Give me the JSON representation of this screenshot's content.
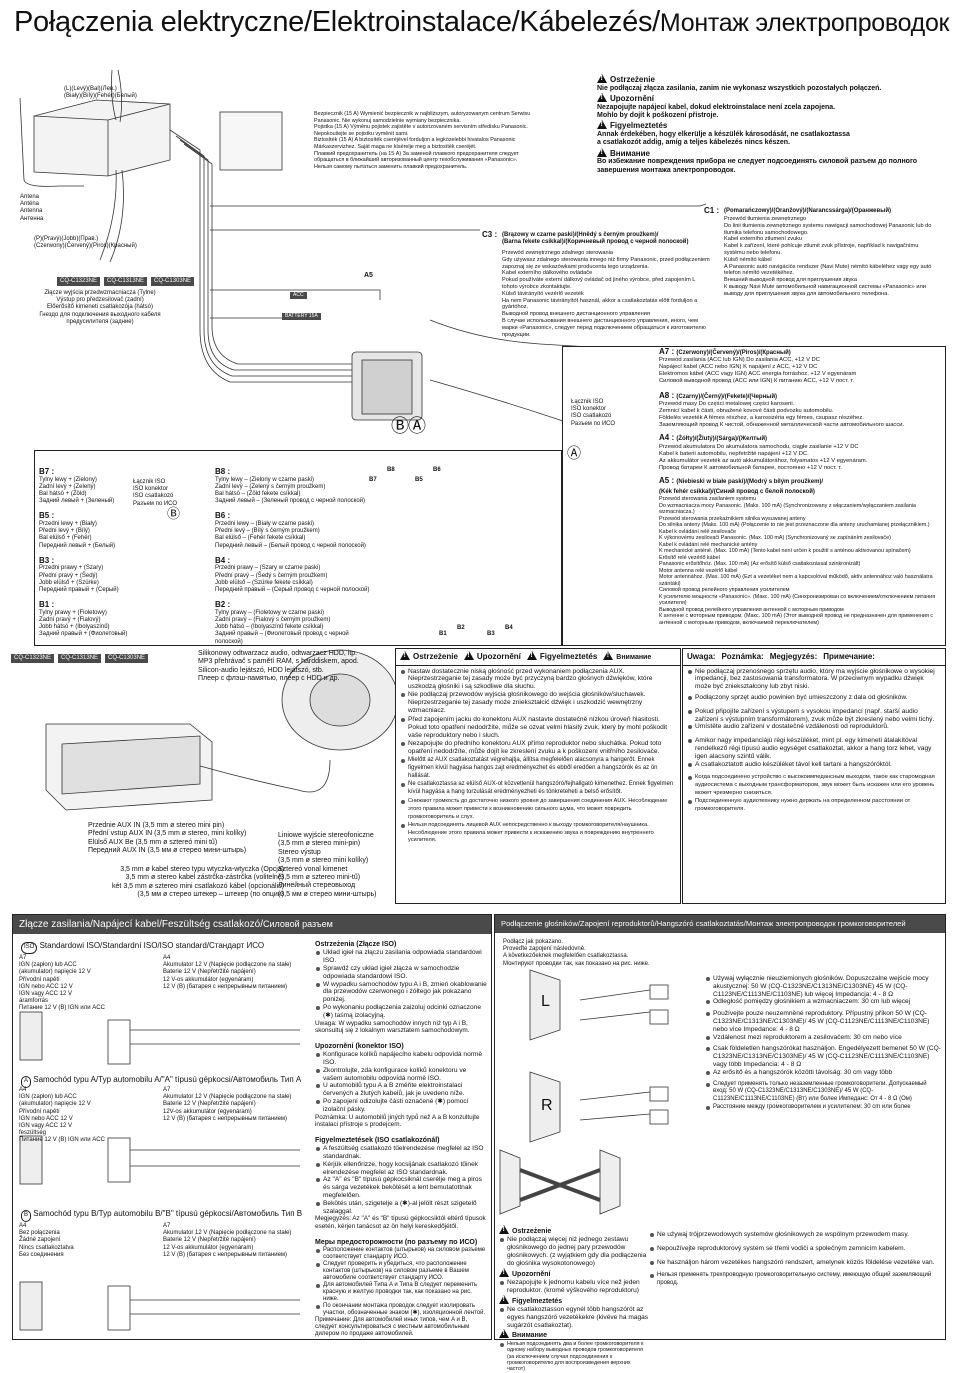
{
  "title": {
    "main": "Połączenia elektryczne/Elektroinstalace/Kábelezés/",
    "ru": "Монтаж электропроводок"
  },
  "antenna": {
    "top_labels": "(L)(Levý)(Bal)(Лев.)\n(Biały)(Bílý)(Fehér)(Белый)",
    "label": "Antena\nAnténa\nAntenna\nАнтенна",
    "rca_labels": "(P)(Pravý)(Jobb)(Прав.)\n(Czerwony)(Červený)(Piros)(Красный)",
    "models": [
      "CQ-C1323NE",
      "CQ-C1313NE",
      "CQ-C1303NE"
    ],
    "preout": "Złącze wyjścia przedwzmacniacza (Tylne)\nVýstup pro předzesilovač (zadní)\nElőerősítő kimeneti csatlakozója (hátsó)\nГнездо для подключения выходного кабеля предусилителя (задние)"
  },
  "fuse_note": {
    "text": "Bezpiecznik (15 A) Wymienić bezpiecznik w najbliższym, autoryzowanym centrum Serwisu Panasonic. Nie wykonuj samodzielnie wymiany bezpiecznika.\nPojistka (15 A) Výměnu pojistek zajistěte v autorizovaném servisním středisku Panasonic. Nepokoušejte se pojistku vyměnit sami.\nBiztosíték (15 A) A biztosíték cseréjével forduljon a legközelebbi hivatalos Panasonic Márkaszervizhez. Saját maga ne kísérelje meg a biztosíték cseréjét.\nПлавкий предохранитель (на 15 A) За заменой плавкого предохранителя следует обращаться в ближайший авторизованный центр техобслуживания «Panasonic». Нельзя самому пытаться заменить плавкий предохранитель."
  },
  "warning_top": {
    "pl_head": "Ostrzeżenie",
    "pl": "Nie podłączaj złącza zasilania, zanim nie wykonasz wszystkich pozostałych połączeń.",
    "cz_head": "Upozornění",
    "cz": "Nezapojujte napájecí kabel, dokud elektroinstalace není zcela zapojena.\nMohlo by dojít k poškození přístroje.",
    "hu_head": "Figyelmeztetés",
    "hu": "Annak érdekében, hogy elkerülje a készülék károsodását, ne csatlakoztassa\na csatlakozót addig, amíg a teljes kábelezés nincs készen.",
    "ru_head": "Внимание",
    "ru": "Во избежание повреждения прибора не следует подсоединять силовой разъем до полного\nзавершения монтажа электропроводок."
  },
  "c1": {
    "id": "C1 :",
    "color": "(Pomarańczowy)/(Oranžový)/(Narancssárga)/(Оранжевый)",
    "desc": "Przewód tłumienia zewnętrznego\nDo linii tłumienia zewnętrznego systemu nawigacji samochodowej Panasonic lub do tłumika telefonu samochodowego.\nKabel externího ztlumení zvuku\nKabel k zařízení, které pohlcuje ztlumit zvuk přístroje, například k navigačnímu systému nebo telefonu.\nKülső némító kábel\nA Panasonic autó navigációs rendszer (Navi Mute) némító kábeléhez vagy egy autó telefon némító vezetékéhez.\nВнешний выводной провод для приглушения звука\nК выводу Navi Mute автомобильной навигационной системы «Panasonic» или выводу для приглушения звука для автомобильного телефона."
  },
  "c3": {
    "id": "C3 :",
    "color": "(Brązowy w czarne paski)/(Hnědý s černým proužkem)/\n(Barna fekete csíkkal)/(Коричневый провод с черной полоской)",
    "desc": "Przewód zewnętrznego zdalnego sterowania\nGdy używasz zdalnego sterowania innego niż firmy Panasonic, przed podłączeniem zapoznaj się ze wskazówkami producenta tego urządzenia.\nKabel externího dálkového ovládače\nPokud používáte externí dálkový ovládač od jiného výrobce, před zapojením L tohoto výrobce zkontaktujte.\nKülső távirányító vezérlő vezeték\nHa nem Panasonic távirányítót használ, akkor a csatlakoztatás előtt forduljon a gyártóhoz.\nВыводной провод внешнего дистанционного управления\nВ случае использования внешнего дистанционного управления, иного, чем марки «Panasonic», следует перед подключением обращаться к изготовителю продукции."
  },
  "a5_short": "A5",
  "acc_tag": "ACC",
  "battery_tag": "BATTERY 15A",
  "iso_right": {
    "label": "Łącznik ISO\nISO konektor\nISO csatlakozó\nРазъем по ИСО",
    "pins": [
      {
        "id": "A7 :",
        "color": "(Czerwony)/(Červený)/(Piros)/(Красный)",
        "desc": "Przewód zasilania (ACC lub IGN) Do zasilania ACC, +12 V DC\nNapájecí kabel (ACC nebo IGN) K napájení z ACC, +12 V DC\nElektromos kábel (ACC vagy IGN) ACC energia forráshoz, +12 V egyenáram\nСиловой выводной провод (ACC или IGN) К питанию ACC, +12 V пост. т."
      },
      {
        "id": "A8 :",
        "color": "(Czarny)/(Černý)/(Fekete)/(Черный)",
        "desc": "Przewód masy Do części metalowej części karoserii.\nZemnicí kabel k části, obnažené kovové části podvozku automobilu.\nFöldelés vezeték A fémes részhez, a karosszéria egy fémes, csupasz részéhez.\nЗаземляющий провод К чистой, обнаженной металлической части автомобильного шасси."
      },
      {
        "id": "A4 :",
        "color": "(Żółty)/(Žlutý)/(Sárga)/(Желтый)",
        "desc": "Przewód akumulatora Do akumulatora samochodu, ciągłe zasilanie +12 V DC\nKabel k baterii automobilu, nepřetržité napájení +12 V DC.\nAz akkumulátor vezeték az autó akkumulátorához, folyamatos +12 V egyenáram.\nПровод батареи К автомобильной батарее, постоянно +12 V пост. т."
      },
      {
        "id": "A5 :",
        "color": "(Niebieski w białe paski)/(Modrý s bílým proužkem)/\n(Kék fehér csíkkal)/(Синий провод с белой полоской)",
        "desc": "Przewód sterowania zasilaniem systemu\nDo wzmacniacza mocy Panasonic. (Maks. 100 mA) (Synchronizowany z włączaniem/wyłączaniem zasilania wzmacniacza.)\nPrzewód sterowania przekaźnikiem silnika wysuwanej anteny\nDo silnika anteny (Maks. 100 mA) (Połączenie to nie jest przeznaczone dla anteny uruchamianej przełącznikiem.)\nKabel k ovládání relé zesilovače\nK výkonovému zesilovači Panasonic. (Max. 100 mA) (Synchronizovaný se zapínáním zesilovače)\nKabel k ovládání relé mechanické antény\nK mechanické anténě. (Max. 100 mA) (Tento kabel není určen k použití s anténou aktivovanou spínačem)\nErősítő relé vezérlő kábel\nPanasonic erősítőhöz. (Max. 100 mA) (Az erősítő külső csatlakozással szinkronizált)\nMotor antenna relé vezérlő kábel\nMotor antennához. (Max. 100 mA) (Ezt a vezetéket nem a kapcsolóval működő, aktív antennához való használatra szántáki)\nСиловой провод релейного управления усилителем\nК усилителю мощности «Panasonic». (Макс. 100 mA) (Синхронизирован со включением/отключением питания усилителя)\nВыводной провод релейного управления антенной с моторным приводом\nК антенне с моторным приводом. (Макс. 100 mA) (Этот выводной провод не предназначен для применения с антенной с моторным приводом, включаемой переключателем)"
      }
    ]
  },
  "iso_left": {
    "label": "Łącznik ISO\nISO konektor\nISO csatlakozó\nРазъем по ИСО",
    "left_pins": [
      {
        "id": "B7 :",
        "desc": "Tylny lewy + (Zielony)\nZadní levý + (Zelený)\nBal hátsó + (Zöld)\nЗадний левый + (Зеленый)"
      },
      {
        "id": "B5 :",
        "desc": "Przedni lewy + (Biały)\nPřední levý + (Bílý)\nBal elülső + (Fehér)\nПередний левый + (Белый)"
      },
      {
        "id": "B3 :",
        "desc": "Przedni prawy + (Szary)\nPřední pravý + (Šedý)\nJobb elülső + (Szürke)\nПередний правый + (Серый)"
      },
      {
        "id": "B1 :",
        "desc": "Tylny prawy + (Fioletowy)\nZadní pravý + (Fialový)\nJobb hátsó + (Ibolyaszínű)\nЗадний правый + (Фиолетовый)"
      }
    ],
    "right_pins": [
      {
        "id": "B8 :",
        "desc": "Tylny lewy – (Zielony w czarne paski)\nZadní levý – (Zelený s černým proužkem)\nBal hátsó – (Zöld fekete csíkkal)\nЗадний левый – (Зеленый провод с черной полоской)"
      },
      {
        "id": "B6 :",
        "desc": "Przedni lewy – (Biały w czarne paski)\nPřední levý – (Bílý s černým proužkem)\nBal elülső – (Fehér fekete csíkkal)\nПередний левый – (Белый провод с черной полоской)"
      },
      {
        "id": "B4 :",
        "desc": "Przedni prawy – (Szary w czarne paski)\nPřední pravý – (Šedý s černým proužkem)\nJobb elülső – (Szürke fekete csíkkal)\nПередний правый – (Серый провод с черной полоской)"
      },
      {
        "id": "B2 :",
        "desc": "Tylny prawy – (Fioletowy w czarne paski)\nZadní pravý – (Fialový s černým proužkem)\nJobb hátsó – (Ibolyaszínű fekete csíkkal)\nЗадний правый – (Фиолетовый провод с черной полоской)"
      }
    ],
    "speaker_labels": [
      "B8",
      "B6",
      "B7",
      "B5",
      "B1",
      "B2",
      "B3",
      "B4"
    ]
  },
  "aux": {
    "models": [
      "CQ-C1323NE",
      "CQ-C1313NE",
      "CQ-C1303NE"
    ],
    "player": "Silikonowy odtwarzacz audio, odtwarzacz HDD, itp.\nMP3 přehrávač s pamětí RAM, s harddiskem, apod.\nSilicon-audio lejátszó, HDD lejátszó, stb.\nПлеер с флэш-памятью, плеер с HDD и др.",
    "front": "Przednie AUX IN (3,5 mm ø stereo mini pin)\nPřední vstup AUX IN (3,5 mm ø stereo, mini kolíky)\nElülső AUX Be (3,5 mm ø sztereó mini tű)\nПередний AUX IN (3,5 мм ø стерео мини-штырь)",
    "cable": "3,5 mm ø kabel stereo typu wtyczka-wtyczka (Opcja)\n3,5 mm ø stereo kabel zástrčka-zástrčka (volitelně)\nkét 3,5 mm ø sztereo mini csatlakozó kábel (opcionális)\n(3,5 мм ø стерео штекер – штекер (по опции)",
    "lineout": "Liniowe wyjście stereofoniczne\n(3,5 mm ø stereo mini-pin)\nStereo výstup\n(3,5 mm ø stereo mini kolíky)\nSztereó vonal kimenet\n(3,5 mm ø sztereo mini-tű)\nЛинейный стереовыход\n(3,5 мм ø стерео мини-штырь)",
    "warn_heads": [
      "Ostrzeżenie",
      "Upozornění",
      "Figyelmeztetés",
      "Внимание"
    ],
    "warn_items": [
      "Nastaw dostatecznie niską głośność przed wykonaniem podłączenia AUX. Nieprzestrzeganie tej zasady może być przyczyną bardzo głośnych dźwięków, które uszkodzą głośniki i są szkodliwe dla słuchu.",
      "Nie podłączaj przewodów wyjścia głośnikowego do wejścia głośników/słuchawek. Nieprzestrzeganie tej zasady może zniekształcić dźwięk i uszkodzić wewnętrzny wzmacniacz.",
      "Před zapojením jacku do konektoru AUX nastavte dostatečně nízkou úroveň hlasitosti. Pokud toto opatření nedodržíte, může se ozvat velmi hlasitý zvuk, který by mohl poškodit vaše reproduktory nebo i sluch.",
      "Nezapojujte do předního konektoru AUX přímo reproduktor nebo sluchátka. Pokud toto opatření nedodržíte, může dojít ke zkreslení zvuku a k poškození vnitřního zesilovače.",
      "Mielőtt az AUX csatlakoztatást végrehajtja, állítsa megfelelően alacsonyra a hangerőt. Ennek figyelmen kívül hagyása hangos zajt eredményezhet és ebből eredően a hangszórók és az ön hallását.",
      "Ne csatlakoztassa az elülső AUX-ot közvetlenül hangszóró/fejhallgató kimenethez. Ennek figyelmen kívül hagyása a hang torzulását eredményezheti és tönkreteheti a belső erősítőt.",
      "Снижают громкость до достаточно низкого уровня до завершения соединения AUX. Несоблюдение этого правила может привести к возникновению сильного шума, что может повредить громкоговоритель и слух.",
      "Нельзя подсоединять лицевой AUX непосредственно к выходу громкоговорителя/наушника. Несоблюдение этого правила может привести к искажению звука и повреждению внутреннего усилителя."
    ],
    "note_heads": [
      "Uwaga:",
      "Poznámka:",
      "Megjegyzés:",
      "Примечание:"
    ],
    "note_items": [
      "Nie podłączaj przenośnego sprzętu audio, który ma wyjście głośnikowe o wysokiej impedancji, bez zastosowania transformatora. W przeciwnym wypadku dźwięk może być zniekształcony lub zbyt niski.",
      "Podłączony sprzęt audio powinien być umieszczony z dala od głośników.",
      "Pokud připojíte zařízení s výstupem s vysokou impedancí (např. starší audio zařízení s výstupním transformátorem), zvuk může být zkreslený nebo velmi tichý.",
      "Umístěte audio zařízení v dostatečné vzdálenosti od reproduktorů.",
      "Amikor nagy impedanciájú régi készüléket, mint pl. egy kimeneti átalakítóval rendelkező régi típusú audio egységet csatlakoztat, akkor a hang torz lehet, vagy igen alacsony szintű válik.",
      "A csatlakoztatott audio készüléket távol kell tartani a hangszóróktól.",
      "Когда подсоединено устройство с высокоимпедансным выходом, такое как старомодная аудиосистема с выходным трансформатором, звук может быть искажен или его уровень может чрезмерно снизиться.",
      "Подсоединенную аудиотехнику нужно держать на определенном расстоянии от громкоговорителя."
    ]
  },
  "power": {
    "header": "Złącze zasilania/Napájecí kabel/Feszültség csatlakozó/",
    "header_ru": "Силовой разъем",
    "iso_title": "Standardowi ISO/Standardní ISO/ISO standard/Стандарт ИСО",
    "typeA_title": "Samochód typu A/Typ automobilu A/\"A\" típusú gépkocsi/Автомобиль Тип A",
    "typeB_title": "Samochód typu B/Typ automobilu B/\"B\" típusú gépkocsi/Автомобиль Тип B",
    "iso_a7": "A7\nIGN (zapłon) lub ACC\n(akumulator) napięcie 12 V\nPřívodní napětí\nIGN nebo ACC 12 V\nIGN vagy ACC 12 V\náramforrás\nПитание 12 V (B) IGN или ACC",
    "iso_a4": "A4\nAkumulator 12 V (Napięcie podłączone na stałe)\nBaterie 12 V (Nepřetržité napájení)\n12 V-os akkumulátor (egyenáram)\n12 V (B) (батарея с непрерывным питанием)",
    "a_a4": "A4\nIGN (zapłon) lub ACC\n(akumulator) napięcie 12 V\nPřívodní napětí\nIGN nebo ACC 12 V\nIGN vagy ACC 12 V\nfeszültség\nПитание 12 V (B) IGN или ACC",
    "a_a7": "A7\nAkumulator 12 V (Napięcie podłączone na stałe)\nBaterie 12 V (Nepřetržité napájení)\n12V-os akkumulátor (egyenáram)\n12 V (B) (батарея с непрерывным питанием)",
    "b_a4": "A4\nBez połączenia\nŽádné zapojení\nNincs csatlakoztatva\nБез соединения",
    "b_a7": "A7\nAkumulator 12 V (Napięcie podłączone na stałe)\nBaterie 12 V (Nepřetržité napájení)\n12 V-os akkumulátor (egyenáram)\n12 V (B) (батарея с непрерывным питанием)",
    "pl_head": "Ostrzeżenia (Złącze ISO)",
    "pl_items": [
      "Układ igieł na złączu zasilania odpowiada standardowi ISO.",
      "Sprawdź czy układ igieł złącza w samochodzie odpowiada standardowi ISO.",
      "W wypadku samochodów typu A i B, zmień okablowanie dla przewodów czerwonego i żółtego jak pokazano poniżej.",
      "Po wykonaniu podłączenia zaizoluj odcinki oznaczone (✱) taśmą izolacyjną."
    ],
    "pl_note": "Uwaga: W wypadku samochodów innych niż typ A i B, skonsultuj się z lokalnym warsztatem samochodowym.",
    "cz_head": "Upozornění (konektor ISO)",
    "cz_items": [
      "Konfigurace kolíků napájecího kabelu odpovídá normě ISO.",
      "Zkontrolujte, zda konfigurace kolíků konektoru ve vašem automobilu odpovídá normě ISO.",
      "U automobilů typu A a B změňte elektroinstalaci červených a žlutých kabelů, jak je uvedeno níže.",
      "Po zapojení odizolujte části označené (✱) pomocí izolační pásky."
    ],
    "cz_note": "Poznámka: U automobilů jiných typů než A a B konzultujte instalaci přístroje s prodejcem.",
    "hu_head": "Figyelmeztetések (ISO csatlakozónál)",
    "hu_items": [
      "A feszültség csatlakozó tűelrendezése megfelel az ISO standardnak.",
      "Kérjük ellenőrizze, hogy kocsijának csatlakozó tűinek elrendezése megfelel az ISO standardnak.",
      "Az \"A\" és \"B\" típusú gépkocsiknál cserélje meg a piros és sárga vezetékek bekötését a lent bemutatottnak megfelelően.",
      "Bekötés után, szigetelje a (✱)-al jelölt részt szigetelő szalaggal."
    ],
    "hu_note": "Megjegyzés: Az \"A\" és \"B\" típusú gépkocsiktól eltérő típusok esetén, kérjen tanácsot az ön helyi kereskedőjétől.",
    "ru_head": "Меры предосторожности (по разъему по ИСО)",
    "ru_items": [
      "Расположение контактов (штырьков) на силовом разъеме соответствует стандарту ИСО.",
      "Следует проверить и убедиться, что расположение контактов (штырьков) на силовом разъеме в Вашем автомобиле соответствует стандарту ИСО.",
      "Для автомобилей Типа A и Типа B следует переменить красную и желтую проводки так, как показано на рис. ниже.",
      "По окончании монтажа проводок следует изолировать участки, обозначенные знаком (✱), изоляционной лентой."
    ],
    "ru_note": "Примечание: Для автомобилей иных типов, чем A и B, следует консультироваться с местным автомобильным дилером по продаже автомобилей."
  },
  "speaker": {
    "header": "Podłączenie głośników/Zapojení reproduktorů/Hangszóró csatlakoztatás/Монтаж электропроводок громкоговорителей",
    "shown": "Podłącz jak pokazano.\nProveďte zapojení následovně.\nA következőeknek megfelelően csatlakoztassa.\nМонтируют проводки так, как показано на рис. ниже.",
    "items": [
      "Używaj wyłącznie nieuziemionych głośników. Dopuszczalne wejście mocy akustycznej: 50 W (CQ-C1323NE/C1313NE/C1303NE) 45 W (CQ-C1123NE/C1113NE/C1103NE) lub więcej Impedancja: 4 - 8 Ω",
      "Odległość pomiędzy głośnikiem a wzmacniaczem: 30 cm lub więcej",
      "Používejte pouze neuzemněné reproduktory. Přípustný příkon 50 W (CQ-C1323NE/C1313NE/C1303NE)/ 45 W (CQ-C1123NE/C1113NE/C1103NE) nebo více Impedance: 4 - 8 Ω",
      "Vzdálenost mezi reproduktorem a zesilovačem: 30 cm nebo více",
      "Csak földeletlen hangszórókat használjon. Engedélyezett bemenet 50 W (CQ-C1323NE/C1313NE/C1303NE)/ 45 W (CQ-C1123NE/C1113NE/C1103NE) vagy több Impedancia: 4 - 8 Ω",
      "Az erősítő és a hangszórók közötti távolság: 30 cm vagy több",
      "Следует применять только незаземленные громкоговорители. Допускаемый вход: 50 W (CQ-C1323NE/C1313NE/C1303NE)/ 45 W (CQ-C1123NE/C1113NE/C1103NE) (Вт) или более Импеданс: От 4 - 8 Ω (Ом)",
      "Расстояние между громкоговорителем и усилителем: 30 cm или более"
    ],
    "warn_heads": [
      "Ostrzeżenie",
      "Upozornění",
      "Figyelmeztetés",
      "Внимание"
    ],
    "warn_left": [
      "Nie podłączaj więcej niż jednego zestawu głośnikowego do jednej pary przewodów głośnikowych. (z wyjątkiem gdy dla podłączenia do głośnika wysokotonowego)",
      "Nezapojujte k jednomu kabelu více než jeden reproduktor. (kromě výškového reproduktoru)",
      "Ne csatlakoztasson egynél több hangszórót az egyes hangszóró vezetékekre (kivéve ha magas sugárzót csatlakoztat).",
      "Нельзя подсоединять два и более громкоговорителя к одному набору выводных проводов громкоговорителя (за исключением случая подсоединения к громкоговорителю для воспроизведения верхних частот)"
    ],
    "warn_right": [
      "Ne używaj trójprzewodowych systemów głośnikowych ze wspólnym przewodem masy.",
      "Nepoužívejte reproduktorový systém se třemi vodiči a společným zemnicím kabelem.",
      "Ne használjon három vezetékes hangszóró rendszert, amelynek közös földelése vezetéke van.",
      "Нельзя применять трехпроводную громкоговорительную систему, имеющую общий заземляющий провод."
    ],
    "ch_left": "L",
    "ch_right": "R"
  }
}
